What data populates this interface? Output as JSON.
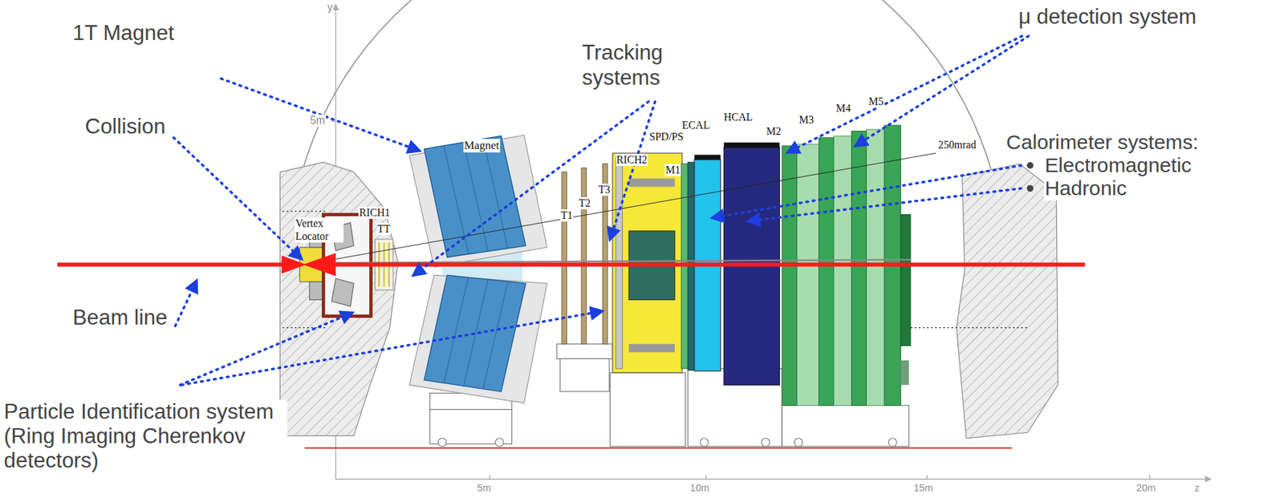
{
  "diagram": {
    "labels": [
      "1T Magnet",
      "μ detection system",
      "Tracking systems",
      "Collision",
      "Calorimeter systems:",
      "Electromagnetic",
      "Hadronic",
      "Beam line",
      "Particle Identification system (Ring Imaging Cherenkov detectors)",
      "Vertex Locator",
      "RICH1",
      "TT",
      "Magnet",
      "T1",
      "T2",
      "T3",
      "RICH2",
      "SPD/PS",
      "ECAL",
      "M1",
      "HCAL",
      "M2",
      "M3",
      "M4",
      "M5",
      "250mrad",
      "y",
      "5m",
      "5m",
      "10m",
      "15m",
      "20m",
      "z"
    ]
  }
}
